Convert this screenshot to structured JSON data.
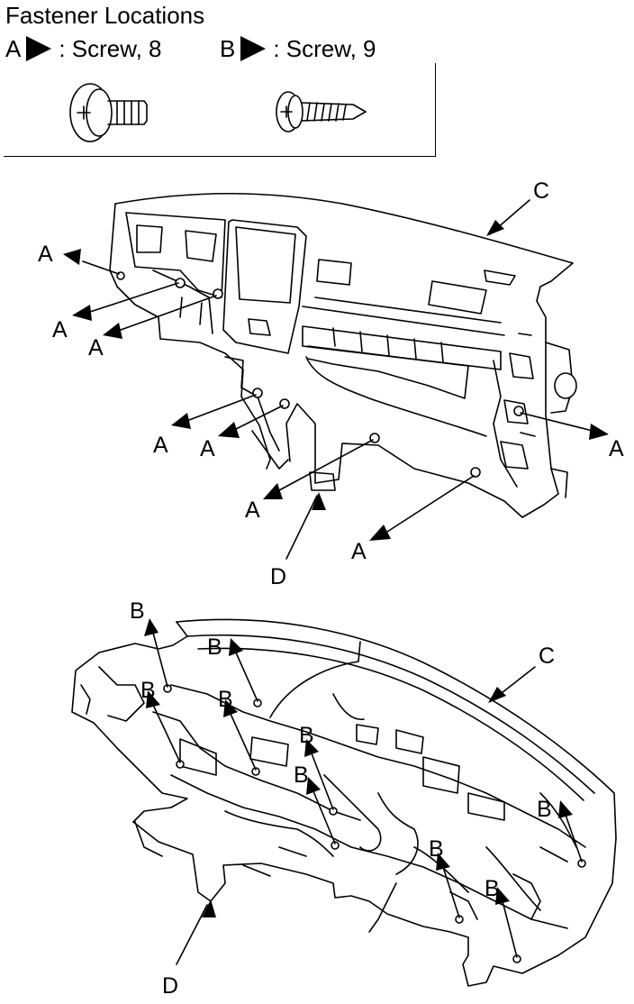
{
  "title": "Fastener Locations",
  "legend": [
    {
      "letter": "A",
      "text": ": Screw, 8"
    },
    {
      "letter": "B",
      "text": ": Screw, 9"
    }
  ],
  "labels": {
    "A": "A",
    "B": "B",
    "C": "C",
    "D": "D"
  },
  "icons": [
    "screw-8-icon",
    "screw-9-icon",
    "dashboard-front-illustration",
    "dashboard-rear-illustration"
  ]
}
